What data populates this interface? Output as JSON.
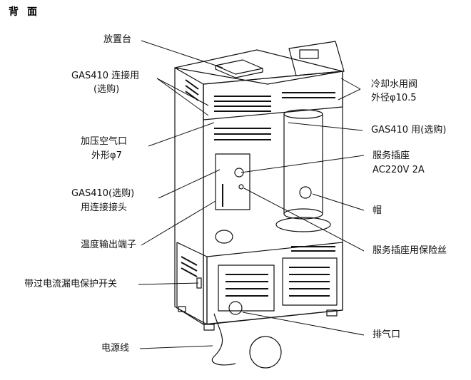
{
  "heading": "背面",
  "labels": {
    "placement_table": "放置台",
    "gas410_connection_line1": "GAS410 连接用",
    "gas410_connection_line2": "(选购)",
    "pressurized_air_line1": "加压空气口",
    "pressurized_air_line2": "外形φ7",
    "gas410_connector_line1": "GAS410(选购)",
    "gas410_connector_line2": "用连接接头",
    "temperature_output": "温度输出端子",
    "leakage_breaker": "带过电流漏电保护开关",
    "power_cord": "电源线",
    "cooling_valve_line1": "冷却水用阀",
    "cooling_valve_line2": "外径φ10.5",
    "gas410_optional": "GAS410 用(选购)",
    "service_outlet_line1": "服务插座",
    "service_outlet_line2": "AC220V 2A",
    "cap": "帽",
    "outlet_fuse": "服务插座用保险丝",
    "exhaust_port": "排气口"
  },
  "colors": {
    "line": "#111111",
    "background": "#ffffff"
  }
}
